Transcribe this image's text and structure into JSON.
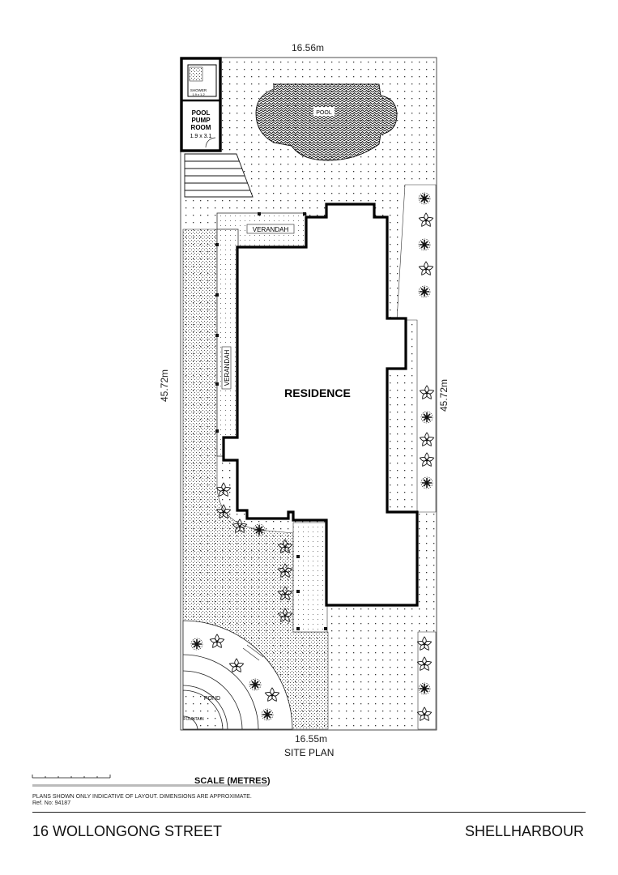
{
  "dimensions": {
    "top": "16.56m",
    "bottom": "16.55m",
    "left": "45.72m",
    "right": "45.72m"
  },
  "labels": {
    "residence": "RESIDENCE",
    "pool": "POOL",
    "pool_pump_room_line1": "POOL",
    "pool_pump_room_line2": "PUMP",
    "pool_pump_room_line3": "ROOM",
    "pool_pump_room_size": "1.9 x 3.1",
    "shower": "SHOWER",
    "shower_size": "1.9 x 1.2",
    "verandah_top": "VERANDAH",
    "verandah_left": "VERANDAH",
    "pond": "POND",
    "fountain": "FOUNTAIN"
  },
  "plan_title": "SITE PLAN",
  "scale_label": "SCALE (METRES)",
  "disclaimer_line1": "PLANS SHOWN ONLY INDICATIVE OF LAYOUT.  DIMENSIONS ARE APPROXIMATE.",
  "disclaimer_line2": "Ref. No: 94187",
  "footer": {
    "address": "16 WOLLONGONG STREET",
    "suburb": "SHELLHARBOUR"
  }
}
